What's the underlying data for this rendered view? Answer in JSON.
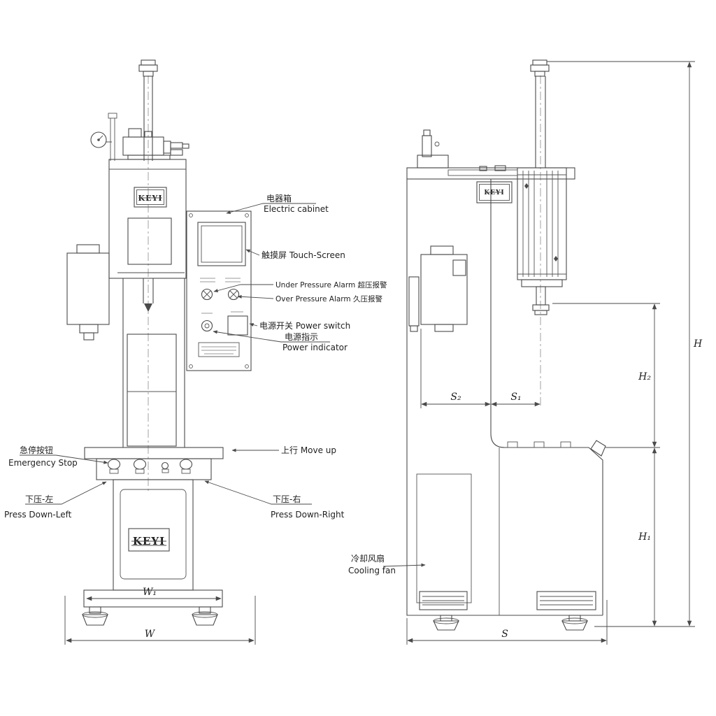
{
  "colors": {
    "line": "#4a4a4a",
    "text": "#1f1f1f",
    "background": "#ffffff"
  },
  "brand": {
    "logo": "KEYI"
  },
  "annotations": {
    "electric_cabinet": {
      "cn": "电器箱",
      "en": "Electric cabinet"
    },
    "touch_screen": {
      "line": "触摸屏  Touch-Screen"
    },
    "under_pressure_alarm": {
      "line": "Under Pressure Alarm 超压报警"
    },
    "over_pressure_alarm": {
      "line": "Over Pressure Alarm 久压报警"
    },
    "power_switch": {
      "line": "电源开关 Power switch"
    },
    "power_indicator": {
      "cn": "电源指示",
      "en": "Power indicator"
    },
    "emergency_stop": {
      "cn": "急停按钮",
      "en": "Emergency Stop"
    },
    "move_up": {
      "line": "上行   Move up"
    },
    "press_down_left": {
      "cn": "下压-左",
      "en": "Press Down-Left"
    },
    "press_down_right": {
      "cn": "下压-右",
      "en": "Press Down-Right"
    },
    "cooling_fan": {
      "cn": "冷却风扇",
      "en": "Cooling fan"
    }
  },
  "dimensions": {
    "w1": "W₁",
    "w": "W",
    "s2": "S₂",
    "s1": "S₁",
    "s": "S",
    "h": "H",
    "h2": "H₂",
    "h1": "H₁"
  }
}
